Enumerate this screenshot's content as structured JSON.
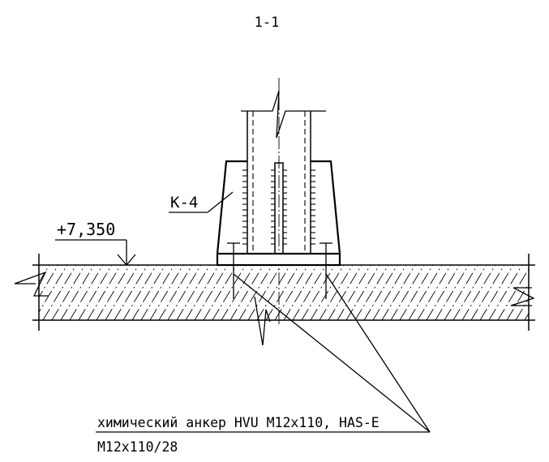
{
  "section_label": "1-1",
  "elevation_label": "+7,350",
  "column_label": "К-4",
  "anchor_note": {
    "line1": "химический анкер HVU M12x110, HAS-E",
    "line2": "M12x110/28"
  }
}
